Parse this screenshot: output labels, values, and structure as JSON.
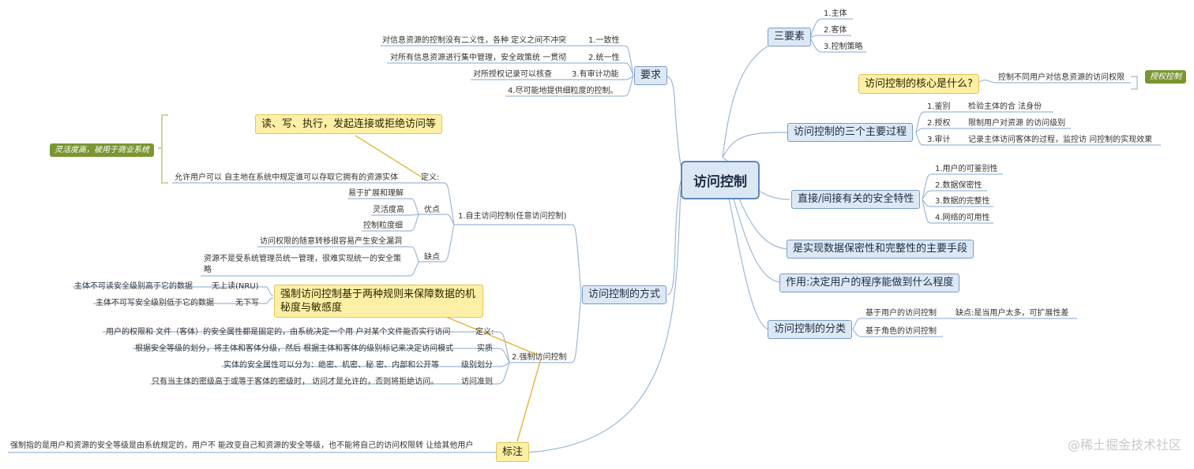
{
  "root": "访问控制",
  "right": {
    "elements": {
      "label": "三要素",
      "items": [
        "1.主体",
        "2.客体",
        "3.控制策略"
      ]
    },
    "core": {
      "question": "访问控制的核心是什么?",
      "answer": "控制不同用户对信息资源的访问权限",
      "tag": "授权控制"
    },
    "process": {
      "label": "访问控制的三个主要过程",
      "steps": [
        {
          "name": "1.鉴别",
          "desc": "检验主体的合 法身份"
        },
        {
          "name": "2.授权",
          "desc": "限制用户对资源 的访问级别"
        },
        {
          "name": "3.审计",
          "desc": "记录主体访问客体的过程，监控访 问控制的实现效果"
        }
      ]
    },
    "security": {
      "label": "直接/间接有关的安全特性",
      "items": [
        "1.用户的可鉴别性",
        "2.数据保密性",
        "3.数据的完整性",
        "4.网络的可用性"
      ]
    },
    "means": "是实现数据保密性和完整性的主要手段",
    "role": "作用:决定用户的程序能做到什么程度",
    "classify": {
      "label": "访问控制的分类",
      "user_based": "基于用户的访问控制",
      "user_based_note": "缺点:是当用户太多，可扩展性差",
      "role_based": "基于角色的访问控制"
    }
  },
  "left": {
    "req": {
      "label": "要求",
      "items": [
        {
          "name": "1.一致性",
          "desc": "对信息资源的控制没有二义性，各种 定义之间不冲突"
        },
        {
          "name": "2.统一性",
          "desc": "对所有信息资源进行集中管理，安全政策统 一贯彻"
        },
        {
          "name": "3.有审计功能",
          "desc": "对所授权记录可以核查"
        },
        {
          "name": "4.尽可能地提供细粒度的控制。",
          "desc": ""
        }
      ]
    },
    "methods": {
      "label": "访问控制的方式",
      "dac": {
        "label": "1.自主访问控制(任意访问控制)",
        "def_label": "定义:",
        "def": "允许用户可以 自主地在系统中规定谁可以存取它拥有的资源实体",
        "note": "读、写、执行，发起连接或拒绝访问等",
        "tag": "灵活度高，被用于商业系统",
        "adv_label": "优点",
        "adv": [
          "易于扩展和理解",
          "灵活度高",
          "控制粒度细"
        ],
        "dis_label": "缺点",
        "dis": [
          "访问权限的随意转移很容易产生安全漏洞",
          "资源不是受系统管理员统一管理，很难实现统一的安全策",
          "略"
        ]
      },
      "mac": {
        "label": "2.强制访问控制",
        "note": "强制访问控制基于两种规则来保障数据的机 秘度与敏感度",
        "rules": [
          {
            "name": "无上读(NRU)",
            "desc": "主体不可读安全级别高于它的数据"
          },
          {
            "name": "无下写",
            "desc": "主体不可写安全级别低于它的数据"
          }
        ],
        "items": [
          {
            "name": "定义:",
            "desc": "用户的权限和 文件（客体）的安全属性都是固定的，由系统决定一个用 户对某个文件能否实行访问"
          },
          {
            "name": "实质",
            "desc": "根据安全等级的划分，将主体和客体分级，然后 根据主体和客体的级别标记来决定访问模式"
          },
          {
            "name": "级别划分",
            "desc": "实体的安全属性可以分为：绝密、机密、秘 密、内部和公开等"
          },
          {
            "name": "访问准则",
            "desc": "只有当主体的密级高于或等于客体的密级时， 访问才是允许的，否则将拒绝访问。"
          }
        ]
      }
    },
    "remark": {
      "label": "标注",
      "text": "强制指的是用户和资源的安全等级是由系统规定的，用户不 能改变自己和资源的安全等级，也不能将自己的访问权限转 让给其他用户"
    }
  },
  "watermark": "@稀土掘金技术社区",
  "colors": {
    "line": "#9db8d6",
    "node_fill": "#dde8f5",
    "note_fill": "#fdf0a6",
    "tag_fill": "#7a9632",
    "note_line": "#e8b84a"
  }
}
